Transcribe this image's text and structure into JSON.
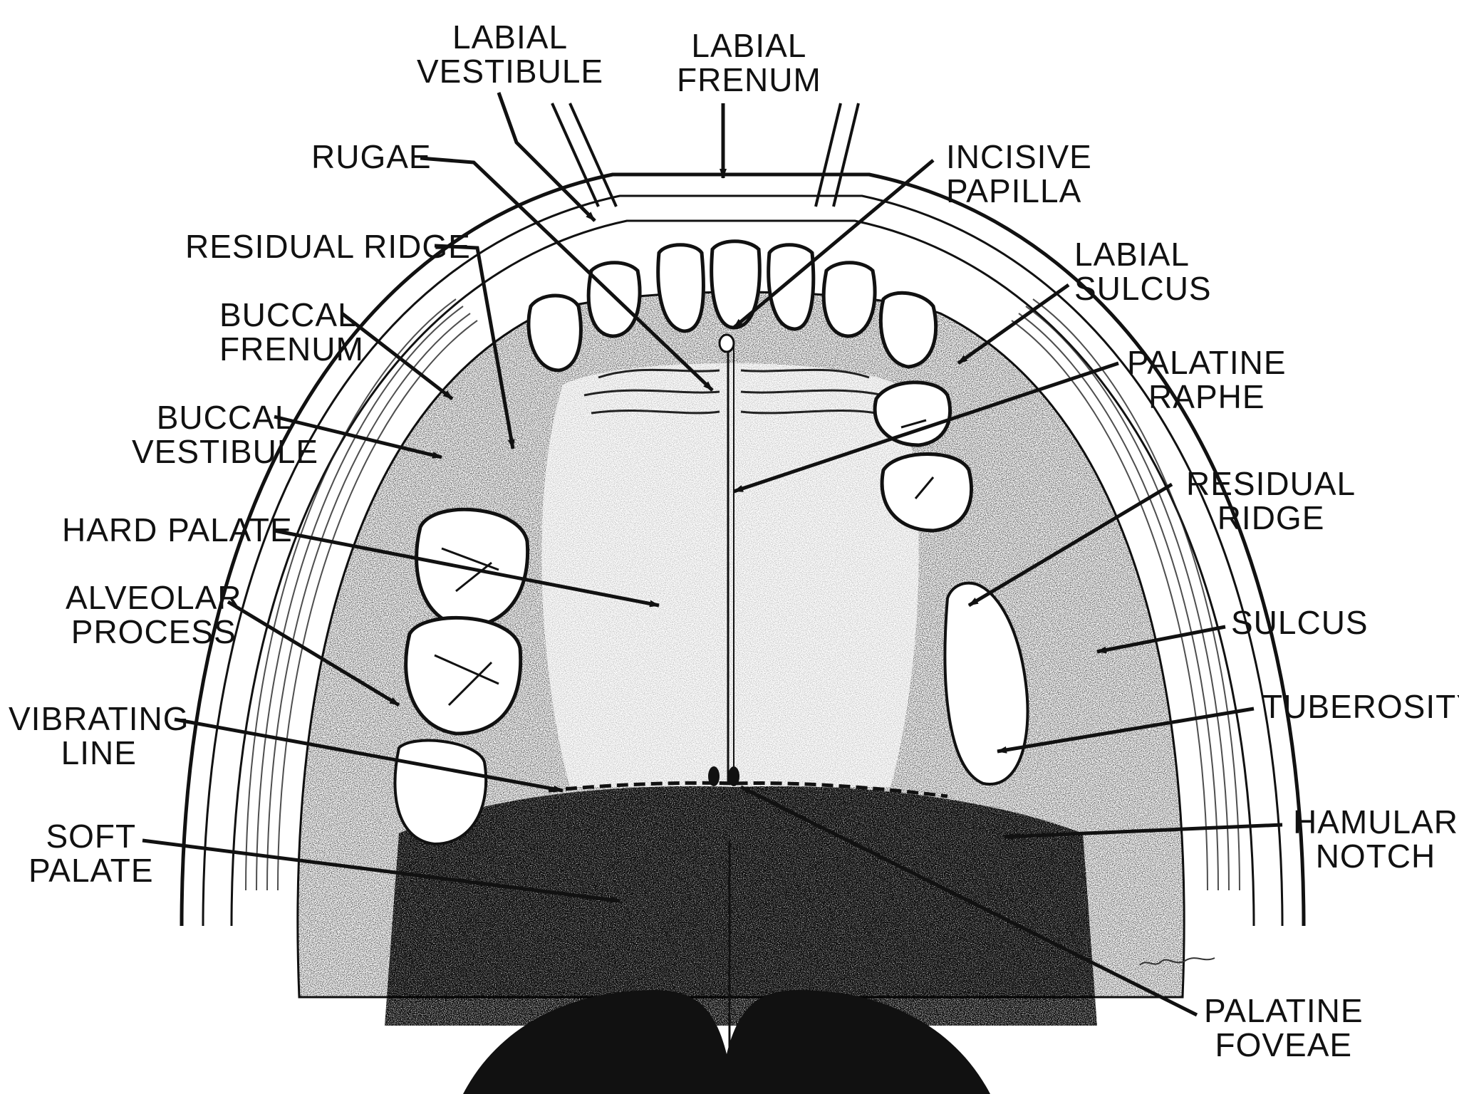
{
  "labels": {
    "labial_vestibule": [
      "LABIAL",
      "VESTIBULE"
    ],
    "labial_frenum": [
      "LABIAL",
      "FRENUM"
    ],
    "rugae": [
      "RUGAE"
    ],
    "incisive_papilla": [
      "INCISIVE",
      "PAPILLA"
    ],
    "residual_ridge_left": [
      "RESIDUAL RIDGE"
    ],
    "labial_sulcus": [
      "LABIAL",
      "SULCUS"
    ],
    "buccal_frenum": [
      "BUCCAL",
      "FRENUM"
    ],
    "palatine_raphe": [
      "PALATINE",
      "RAPHE"
    ],
    "buccal_vestibule": [
      "BUCCAL",
      "VESTIBULE"
    ],
    "residual_ridge_right": [
      "RESIDUAL",
      "RIDGE"
    ],
    "hard_palate": [
      "HARD PALATE"
    ],
    "alveolar_process": [
      "ALVEOLAR",
      "PROCESS"
    ],
    "sulcus": [
      "SULCUS"
    ],
    "tuberosity": [
      "TUBEROSITY"
    ],
    "vibrating_line": [
      "VIBRATING",
      "LINE"
    ],
    "hamular_notch": [
      "HAMULAR",
      "NOTCH"
    ],
    "soft_palate": [
      "SOFT",
      "PALATE"
    ],
    "palatine_foveae": [
      "PALATINE",
      "FOVEAE"
    ]
  },
  "colors": {
    "ink": "#111111",
    "paper": "#ffffff",
    "stipple": "#222222"
  }
}
